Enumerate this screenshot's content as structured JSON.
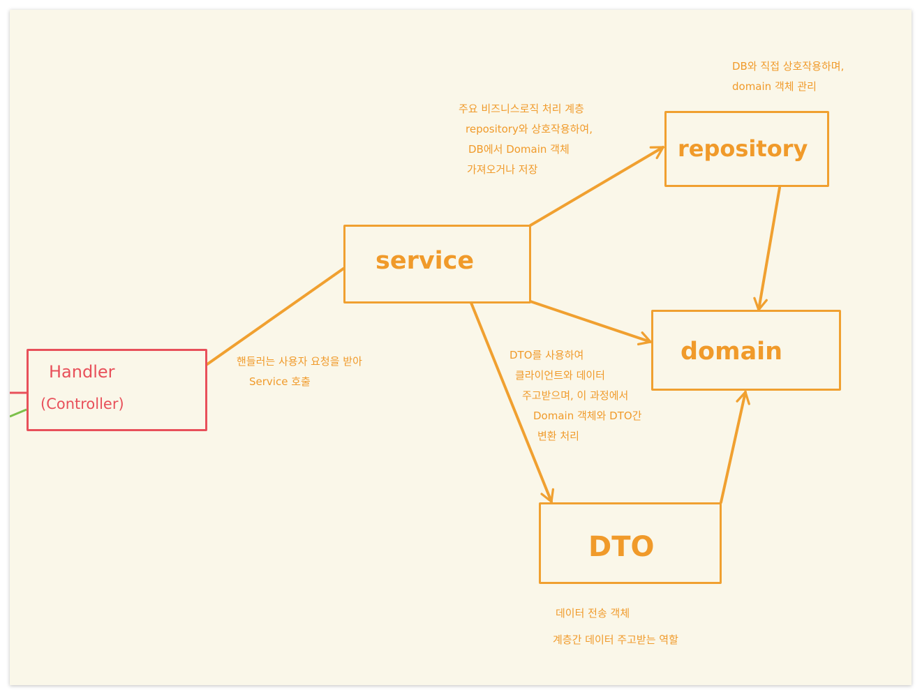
{
  "colors": {
    "accent": "#f0a030",
    "handler": "#e8505a",
    "background": "#faf7e9",
    "offscreen_link": "#7cc04a"
  },
  "nodes": {
    "handler": {
      "line1": "Handler",
      "line2": "(Controller)"
    },
    "service": {
      "label": "service"
    },
    "repository": {
      "label": "repository"
    },
    "domain": {
      "label": "domain"
    },
    "dto": {
      "label": "DTO"
    }
  },
  "notes": {
    "repository": [
      "DB와 직접 상호작용하며,",
      "domain 객체 관리"
    ],
    "service": [
      "주요 비즈니스로직 처리 계층",
      "repository와 상호작용하여,",
      "DB에서 Domain 객체",
      "가져오거나 저장"
    ],
    "handler": [
      "핸들러는 사용자 요청을 받아",
      "Service 호출"
    ],
    "dto_usage": [
      "DTO를 사용하여",
      "클라이언트와 데이터",
      "주고받으며, 이 과정에서",
      "Domain 객체와 DTO간",
      "변환 처리"
    ],
    "dto": [
      "데이터 전송 객체",
      "계층간 데이터 주고받는 역할"
    ]
  }
}
